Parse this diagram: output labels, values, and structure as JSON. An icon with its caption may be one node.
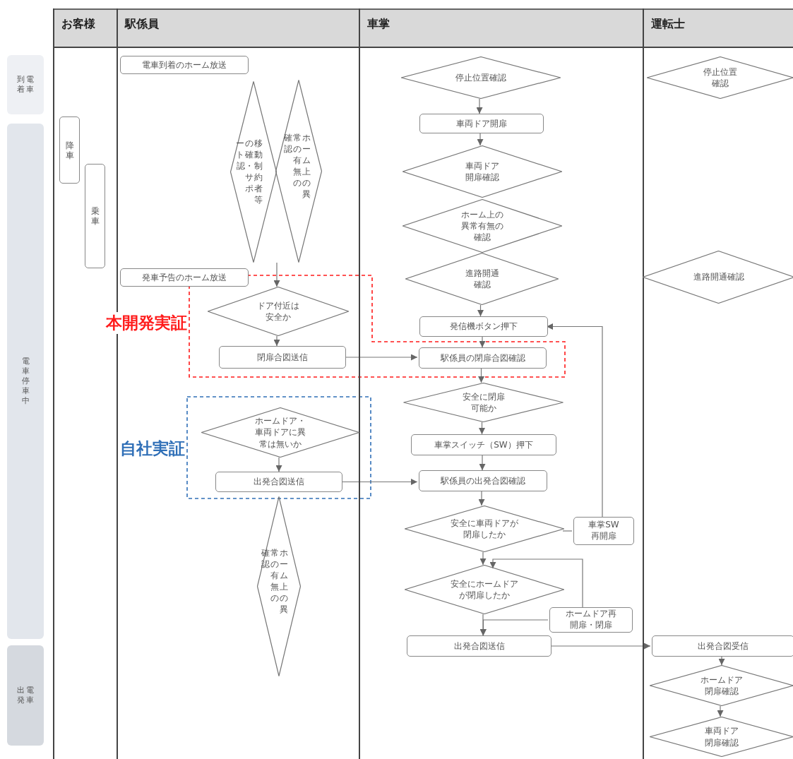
{
  "diagram": {
    "nodes": [
      {
        "text": [
          "お客様"
        ]
      },
      {
        "text": [
          "駅係員"
        ]
      },
      {
        "text": [
          "車掌"
        ]
      },
      {
        "text": [
          "運転士"
        ]
      },
      {
        "text": [
          "電車到着"
        ]
      },
      {
        "text": [
          "電車停車中"
        ]
      },
      {
        "text": [
          "電車出発"
        ]
      },
      {
        "text": [
          "降車"
        ],
        "in": 0
      },
      {
        "text": [
          "乗車"
        ],
        "in": 0
      },
      {
        "text": [
          "電車到着のホーム放送"
        ],
        "in": 1
      },
      {
        "text": [
          "移動制約者等の確認・サポート"
        ],
        "in": 1
      },
      {
        "text": [
          "ホーム上の異常の有無の確認"
        ],
        "in": 1
      },
      {
        "text": [
          "発車予告のホーム放送"
        ],
        "in": 1
      },
      {
        "text": [
          "ドア付近は安全か"
        ],
        "in": 1
      },
      {
        "text": [
          "閉扉合図送信"
        ],
        "in": 1
      },
      {
        "text": [
          "ホームドア・車両ドアに異常は無いか"
        ],
        "in": 1
      },
      {
        "text": [
          "出発合図送信"
        ],
        "in": 1
      },
      {
        "text": [
          "ホーム上の異常の有無の確認"
        ],
        "in": 1
      },
      {
        "text": [
          "停止位置確認"
        ],
        "in": 2
      },
      {
        "text": [
          "車両ドア開扉"
        ],
        "in": 2
      },
      {
        "text": [
          "車両ドア開扉確認"
        ],
        "in": 2
      },
      {
        "text": [
          "ホーム上の異常有無の確認"
        ],
        "in": 2
      },
      {
        "text": [
          "進路開通確認"
        ],
        "in": 2
      },
      {
        "text": [
          "発信機ボタン押下"
        ],
        "in": 2
      },
      {
        "text": [
          "駅係員の閉扉合図確認"
        ],
        "in": 2
      },
      {
        "text": [
          "安全に閉扉可能か"
        ],
        "in": 2
      },
      {
        "text": [
          "車掌スイッチ（SW）押下"
        ],
        "in": 2
      },
      {
        "text": [
          "駅係員の出発合図確認"
        ],
        "in": 2
      },
      {
        "text": [
          "安全に車両ドアが閉扉したか"
        ],
        "in": 2
      },
      {
        "text": [
          "車掌SW再開扉"
        ],
        "in": 2
      },
      {
        "text": [
          "安全にホームドアが閉扉したか"
        ],
        "in": 2
      },
      {
        "text": [
          "ホームドア再開扉・閉扉"
        ],
        "in": 2
      },
      {
        "text": [
          "出発合図送信"
        ],
        "in": 2
      },
      {
        "text": [
          "停止位置確認"
        ],
        "in": 3
      },
      {
        "text": [
          "進路開通確認"
        ],
        "in": 3
      },
      {
        "text": [
          "出発合図受信"
        ],
        "in": 3
      },
      {
        "text": [
          "ホームドア閉扉確認"
        ],
        "in": 3
      },
      {
        "text": [
          "車両ドア閉扉確認"
        ],
        "in": 3
      }
    ],
    "labels": [
      "本開発実証",
      "自社実証"
    ],
    "edges": [
      {
        "from": null,
        "to": 13,
        "arrow": "to"
      },
      {
        "from": 13,
        "to": 14,
        "arrow": "to"
      },
      {
        "from": 14,
        "to": 24,
        "arrow": "to"
      },
      {
        "from": 15,
        "to": 16,
        "arrow": "to"
      },
      {
        "from": 16,
        "to": 27,
        "arrow": "to"
      },
      {
        "from": 18,
        "to": 19,
        "arrow": "to"
      },
      {
        "from": 19,
        "to": 20,
        "arrow": "to"
      },
      {
        "from": 22,
        "to": 23,
        "arrow": "to"
      },
      {
        "from": 23,
        "to": 24,
        "arrow": "to"
      },
      {
        "from": 24,
        "to": 25,
        "arrow": "to"
      },
      {
        "from": 25,
        "to": 26,
        "arrow": "to"
      },
      {
        "from": 26,
        "to": 27,
        "arrow": "to"
      },
      {
        "from": 27,
        "to": 28,
        "arrow": "to"
      },
      {
        "from": 28,
        "to": 30,
        "arrow": "to"
      },
      {
        "from": 30,
        "to": 32,
        "arrow": "to"
      },
      {
        "from": 31,
        "to": 32,
        "arrow": "to"
      },
      {
        "from": 28,
        "to": 29,
        "arrow": "none"
      },
      {
        "from": 29,
        "to": 23,
        "arrow": "to"
      },
      {
        "from": 31,
        "to": 30,
        "arrow": "to"
      },
      {
        "from": 32,
        "to": 35,
        "arrow": "to"
      },
      {
        "from": 35,
        "to": 36,
        "arrow": "to"
      },
      {
        "from": 36,
        "to": 37,
        "arrow": "to"
      }
    ]
  }
}
